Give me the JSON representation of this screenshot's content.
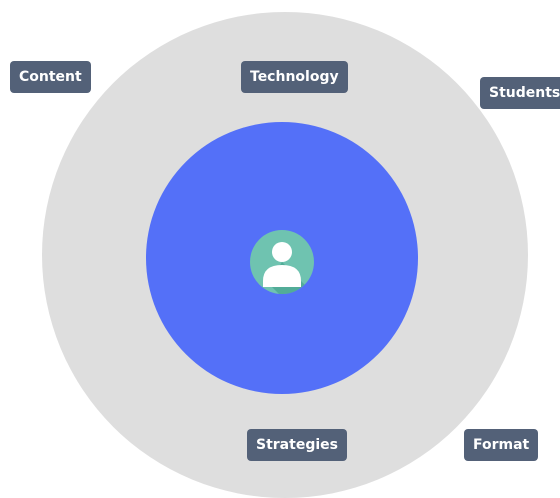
{
  "diagram": {
    "center_icon": "user-avatar-icon",
    "labels": {
      "content": "Content",
      "technology": "Technology",
      "students": "Students",
      "strategies": "Strategies",
      "format": "Format"
    }
  },
  "colors": {
    "outer_ring": "#dedede",
    "inner_circle": "#5470f8",
    "label_background": "#536178",
    "label_text": "#ffffff",
    "avatar_background": "#6fc3b0",
    "avatar_shadow": "#3f9c88"
  }
}
